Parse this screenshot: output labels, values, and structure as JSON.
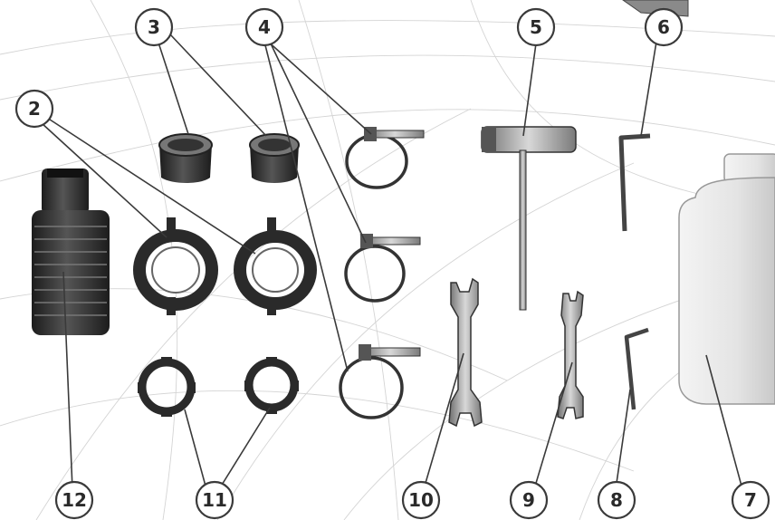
{
  "figure": {
    "type": "exploded-parts-diagram",
    "colors": {
      "callout_stroke": "#3a3a3a",
      "part_dark": "#2b2b2b",
      "metal": "#9a9a9a",
      "canister": "#e6e6e6"
    },
    "callouts": [
      {
        "id": "c2",
        "label": "2"
      },
      {
        "id": "c3",
        "label": "3"
      },
      {
        "id": "c4",
        "label": "4"
      },
      {
        "id": "c5",
        "label": "5"
      },
      {
        "id": "c6",
        "label": "6"
      },
      {
        "id": "c7",
        "label": "7"
      },
      {
        "id": "c8",
        "label": "8"
      },
      {
        "id": "c9",
        "label": "9"
      },
      {
        "id": "c10",
        "label": "10"
      },
      {
        "id": "c11",
        "label": "11"
      },
      {
        "id": "c12",
        "label": "12"
      }
    ]
  }
}
